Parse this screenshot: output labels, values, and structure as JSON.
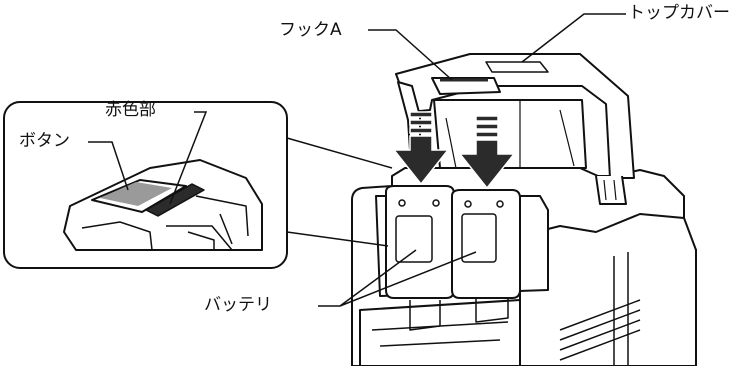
{
  "labels": {
    "hook_a": "フックA",
    "top_cover": "トップカバー",
    "button": "ボタン",
    "red_part": "赤色部",
    "battery": "バッテリ"
  },
  "colors": {
    "line": "#111111",
    "shade": "#9a9a9a",
    "fill": "#ffffff",
    "dark": "#2b2b2b"
  },
  "icons": [
    "down-arrow-icon",
    "down-arrow-icon"
  ]
}
